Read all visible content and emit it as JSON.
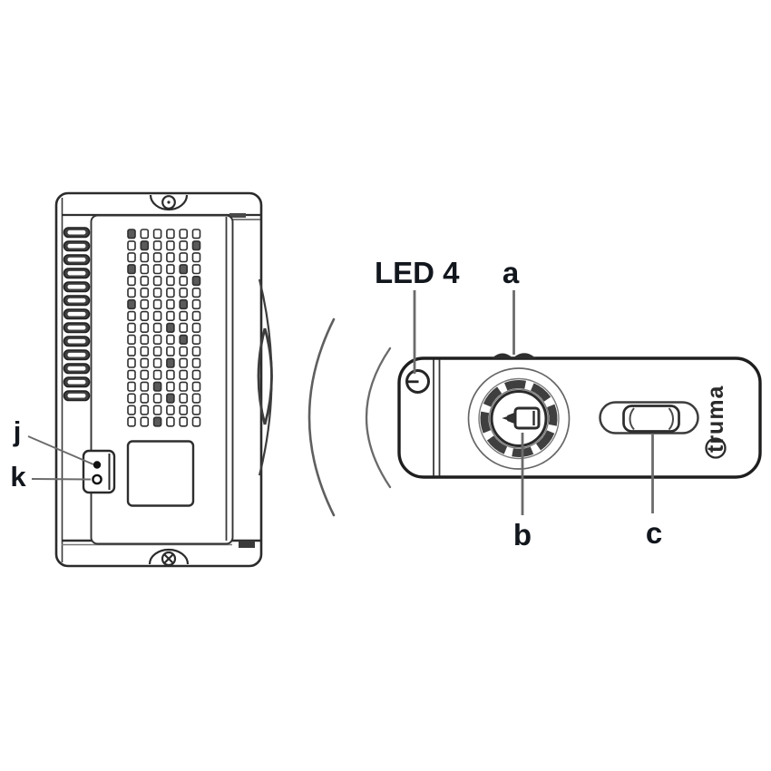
{
  "labels": {
    "led4": "LED 4",
    "a": "a",
    "b": "b",
    "c": "c",
    "j": "j",
    "k": "k"
  },
  "remote": {
    "brand": "truma"
  },
  "colors": {
    "line": "#2b2b2b",
    "line_soft": "#555555",
    "label": "#12161d",
    "leader": "#6b6b6b",
    "fill_dark": "#3f3f3f"
  },
  "vent_grid": {
    "rows": 17,
    "cols": 6
  },
  "heatsink": {
    "ribs": 13
  },
  "radio_waves": {
    "count": 2
  }
}
